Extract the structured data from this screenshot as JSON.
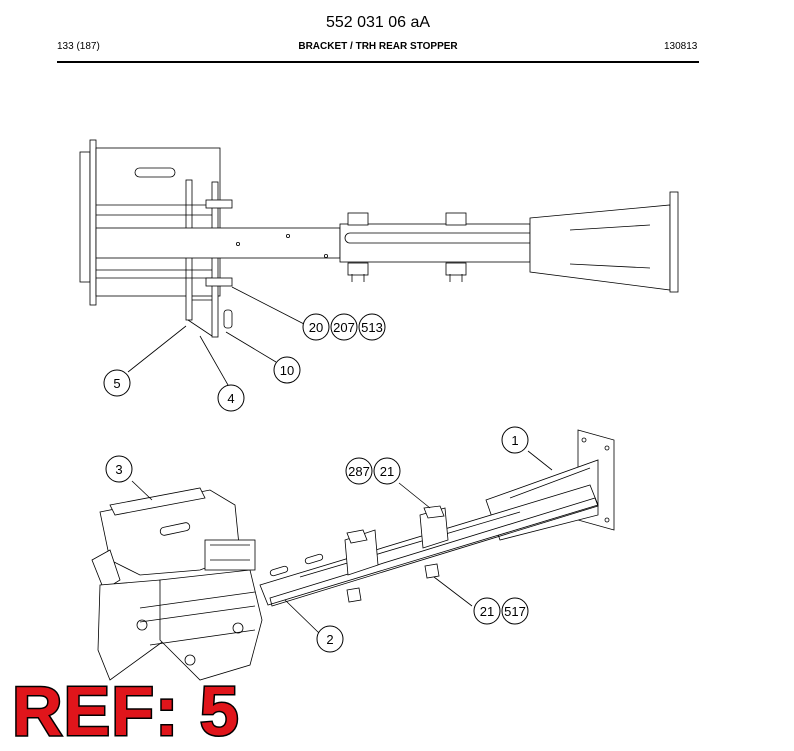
{
  "header": {
    "doc_number": "552 031 06 aA",
    "page_ref": "133 (187)",
    "title": "BRACKET / TRH REAR STOPPER",
    "date_code": "130813"
  },
  "callouts_top": [
    {
      "label": "20"
    },
    {
      "label": "207"
    },
    {
      "label": "513"
    },
    {
      "label": "5"
    },
    {
      "label": "4"
    },
    {
      "label": "10"
    }
  ],
  "callouts_bottom": [
    {
      "label": "1"
    },
    {
      "label": "3"
    },
    {
      "label": "287"
    },
    {
      "label": "21"
    },
    {
      "label": "21"
    },
    {
      "label": "517"
    },
    {
      "label": "2"
    }
  ],
  "ref": "REF: 5",
  "colors": {
    "ref_fill": "#e0151b",
    "line": "#000000"
  }
}
